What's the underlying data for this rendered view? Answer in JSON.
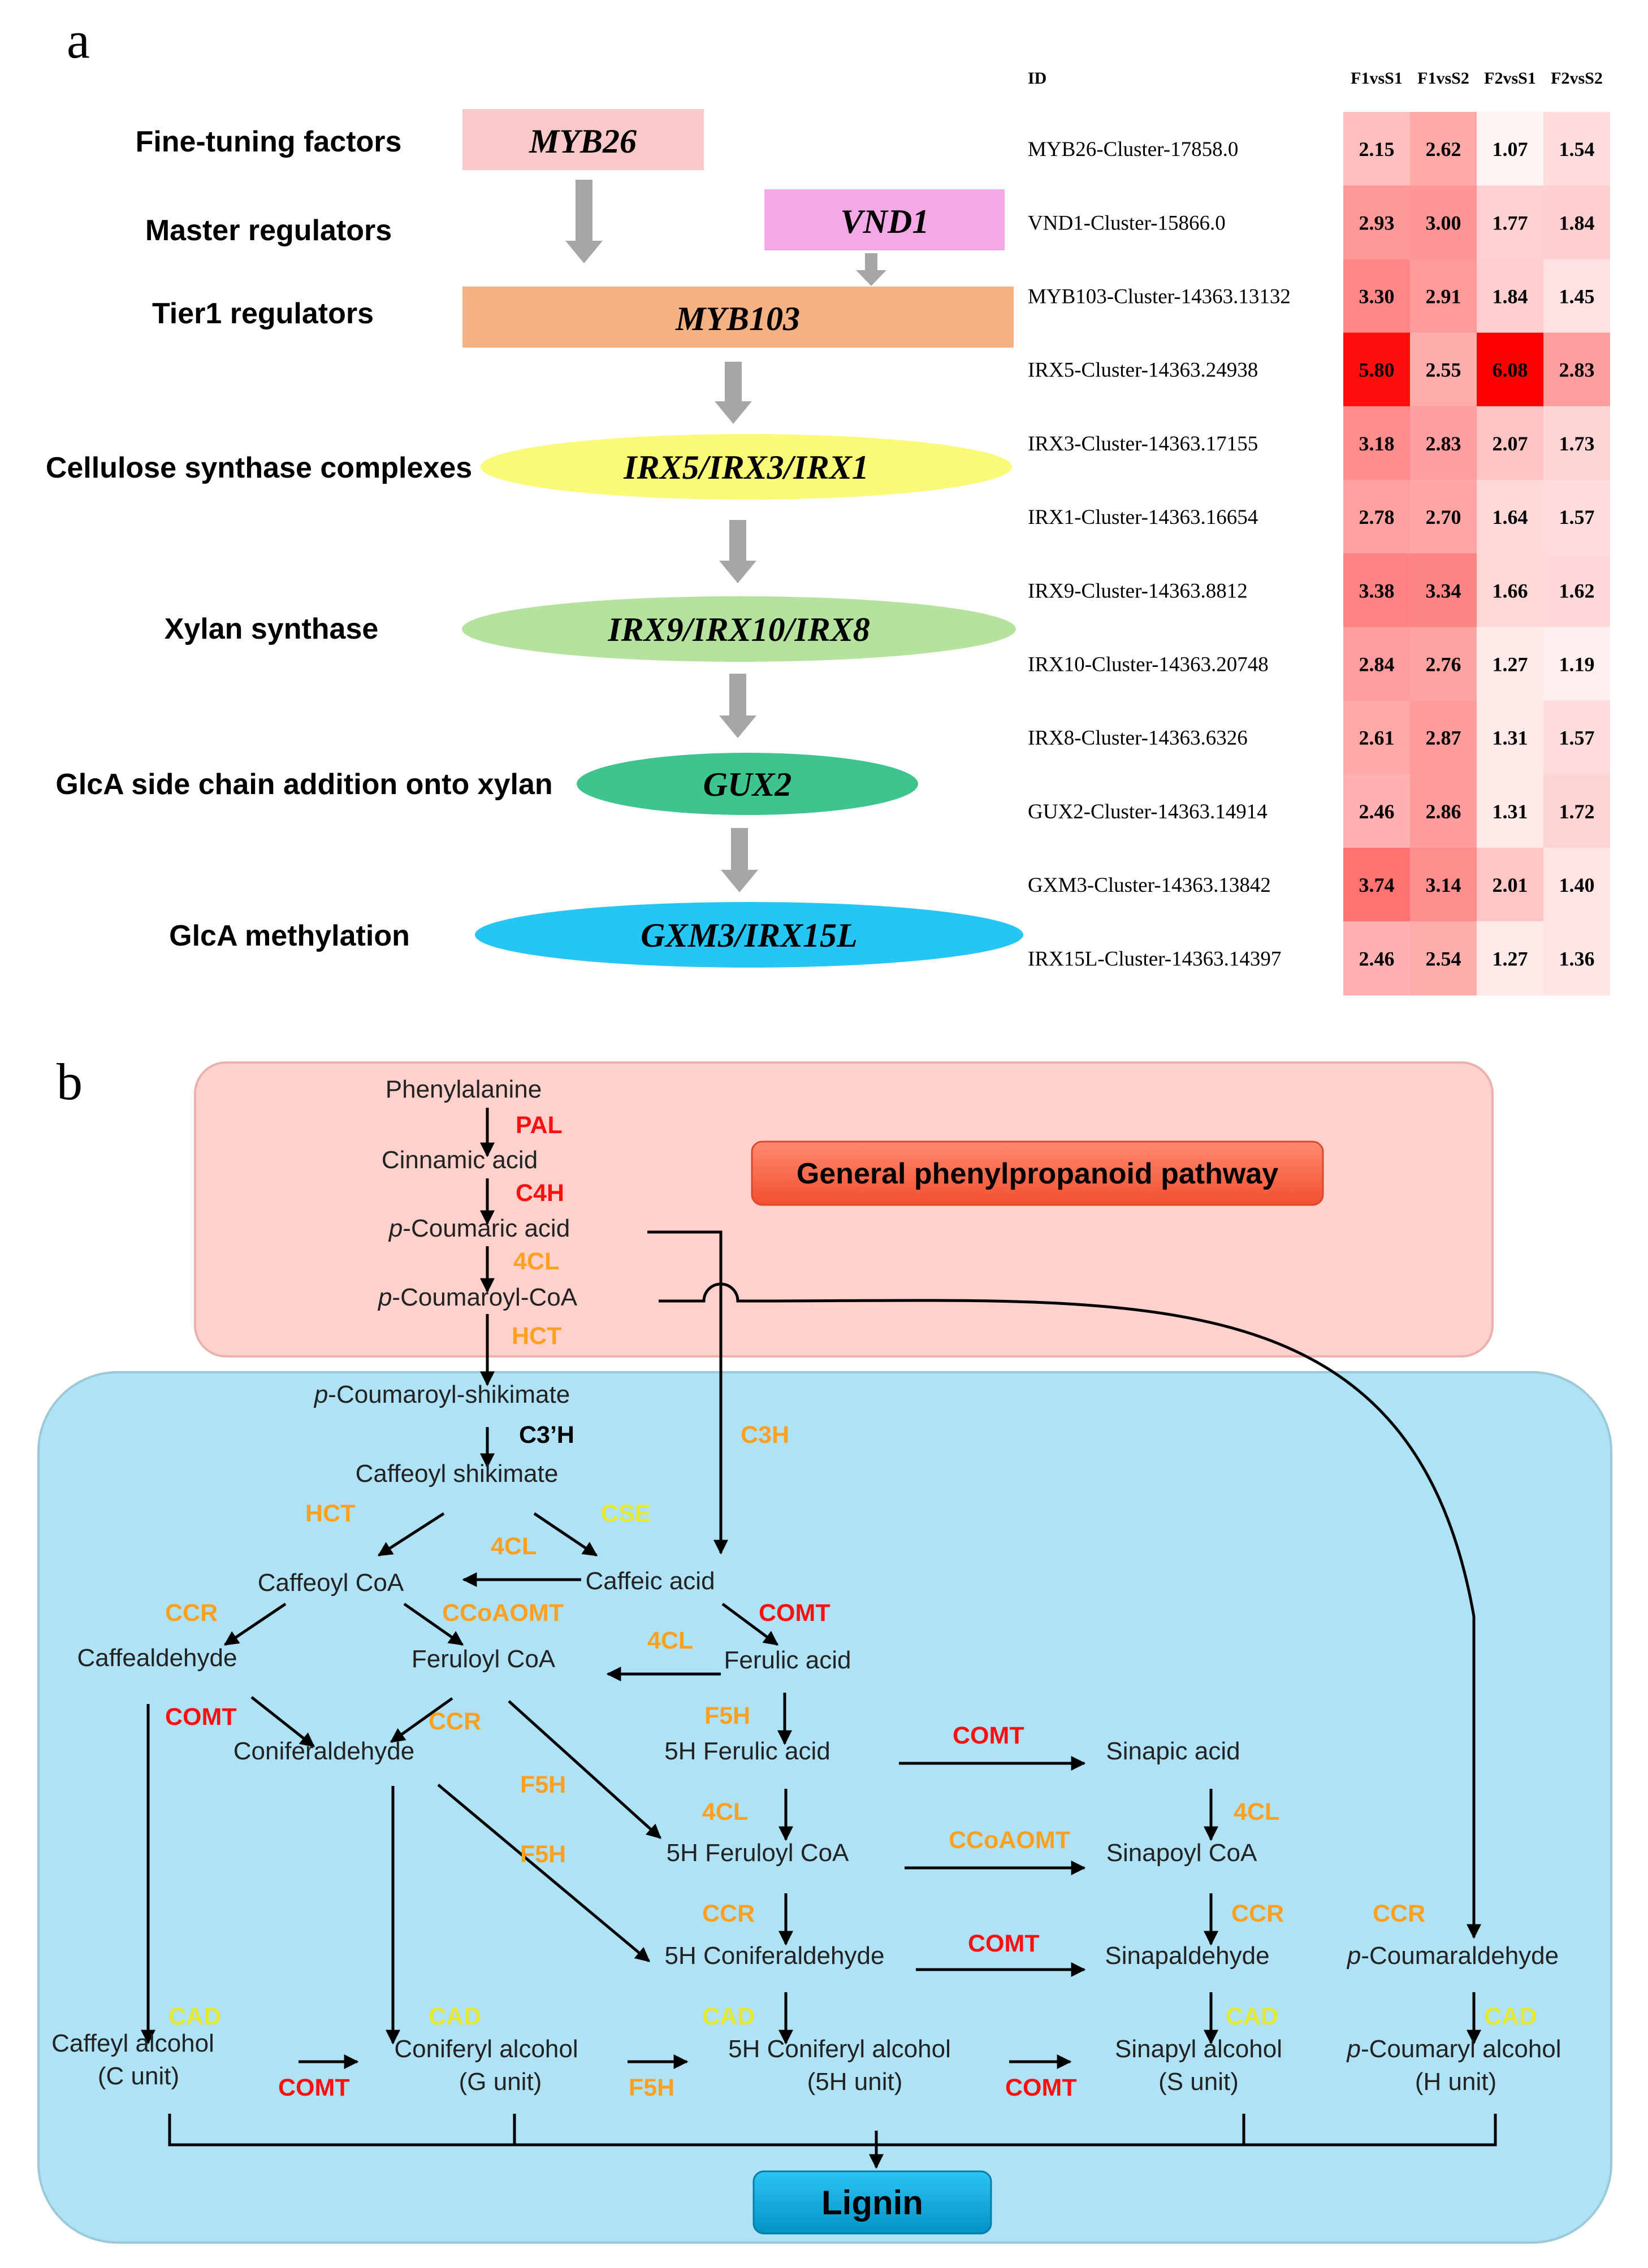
{
  "panel_letters": {
    "a": "a",
    "b": "b"
  },
  "panel_a": {
    "tier_labels": [
      "Fine-tuning factors",
      "Master regulators",
      "Tier1 regulators",
      "Cellulose synthase complexes",
      "Xylan synthase",
      "GlcA side chain addition onto xylan",
      "GlcA methylation"
    ],
    "genes": {
      "myb26": "MYB26",
      "vnd1": "VND1",
      "myb103": "MYB103",
      "irx5": "IRX5/IRX3/IRX1",
      "irx9": "IRX9/IRX10/IRX8",
      "gux2": "GUX2",
      "gxm3": "GXM3/IRX15L"
    },
    "colors": {
      "myb26": "#f9c8c8",
      "vnd1": "#f5a8e6",
      "myb103": "#f4b183",
      "irx5": "#fbfa78",
      "irx9": "#b5e39e",
      "gux2": "#3dc48f",
      "gxm3": "#25c6f3",
      "arrow": "#a6a6a6"
    }
  },
  "heatmap": {
    "id_header": "ID",
    "columns": [
      "F1vsS1",
      "F1vsS2",
      "F2vsS1",
      "F2vsS2"
    ],
    "rows": [
      {
        "id": "MYB26-Cluster-17858.0",
        "values": [
          "2.15",
          "2.62",
          "1.07",
          "1.54"
        ]
      },
      {
        "id": "VND1-Cluster-15866.0",
        "values": [
          "2.93",
          "3.00",
          "1.77",
          "1.84"
        ]
      },
      {
        "id": "MYB103-Cluster-14363.13132",
        "values": [
          "3.30",
          "2.91",
          "1.84",
          "1.45"
        ]
      },
      {
        "id": "IRX5-Cluster-14363.24938",
        "values": [
          "5.80",
          "2.55",
          "6.08",
          "2.83"
        ]
      },
      {
        "id": "IRX3-Cluster-14363.17155",
        "values": [
          "3.18",
          "2.83",
          "2.07",
          "1.73"
        ]
      },
      {
        "id": "IRX1-Cluster-14363.16654",
        "values": [
          "2.78",
          "2.70",
          "1.64",
          "1.57"
        ]
      },
      {
        "id": "IRX9-Cluster-14363.8812",
        "values": [
          "3.38",
          "3.34",
          "1.66",
          "1.62"
        ]
      },
      {
        "id": "IRX10-Cluster-14363.20748",
        "values": [
          "2.84",
          "2.76",
          "1.27",
          "1.19"
        ]
      },
      {
        "id": "IRX8-Cluster-14363.6326",
        "values": [
          "2.61",
          "2.87",
          "1.31",
          "1.57"
        ]
      },
      {
        "id": "GUX2-Cluster-14363.14914",
        "values": [
          "2.46",
          "2.86",
          "1.31",
          "1.72"
        ]
      },
      {
        "id": "GXM3-Cluster-14363.13842",
        "values": [
          "3.74",
          "3.14",
          "2.01",
          "1.40"
        ]
      },
      {
        "id": "IRX15L-Cluster-14363.14397",
        "values": [
          "2.46",
          "2.54",
          "1.27",
          "1.36"
        ]
      }
    ],
    "colors": {
      "low": "#fff4f4",
      "high": "#ff0000",
      "bg": "#fce4e4"
    }
  },
  "panel_b": {
    "general_box_title": "General phenylpropanoid pathway",
    "lignin": "Lignin",
    "metabolites": {
      "phenylalanine": "Phenylalanine",
      "cinnamic_acid": "Cinnamic acid",
      "pcoumaric_prefix": "p",
      "pcoumaric_acid": "-Coumaric acid",
      "pcoumaroylcoa_prefix": "p",
      "pcoumaroyl_coa": "-Coumaroyl-CoA",
      "pcoumaroylshik_prefix": "p",
      "pcoumaroyl_shikimate": "-Coumaroyl-shikimate",
      "caffeoyl_shikimate": "Caffeoyl shikimate",
      "caffeoyl_coa": "Caffeoyl CoA",
      "caffeic_acid": "Caffeic acid",
      "caffealdehyde": "Caffealdehyde",
      "feruloyl_coa": "Feruloyl CoA",
      "ferulic_acid": "Ferulic acid",
      "coniferaldehyde": "Coniferaldehyde",
      "ferulic_5h": "5H Ferulic acid",
      "sinapic_acid": "Sinapic acid",
      "feruloylcoa_5h": "5H Feruloyl CoA",
      "sinapoyl_coa": "Sinapoyl CoA",
      "coniferaldehyde_5h": "5H Coniferaldehyde",
      "sinapaldehyde": "Sinapaldehyde",
      "pcoumaraldehyde_prefix": "p",
      "pcoumaraldehyde": "-Coumaraldehyde",
      "caffeyl_alcohol": "Caffeyl alcohol",
      "c_unit": "(C unit)",
      "coniferyl_alcohol": "Coniferyl alcohol",
      "g_unit": "(G unit)",
      "coniferyl_5h": "5H Coniferyl alcohol",
      "unit_5h": "(5H unit)",
      "sinapyl_alcohol": "Sinapyl alcohol",
      "s_unit": "(S unit)",
      "pcoumaryl_prefix": "p",
      "pcoumaryl_alcohol": "-Coumaryl alcohol",
      "h_unit": "(H unit)"
    },
    "enzymes": {
      "pal": "PAL",
      "c4h": "C4H",
      "cl4_1": "4CL",
      "hct_1": "HCT",
      "c3h": "C3H",
      "c3ph": "C3’H",
      "hct_2": "HCT",
      "cse": "CSE",
      "cl4_2": "4CL",
      "ccr_1": "CCR",
      "ccoaomt_1": "CCoAOMT",
      "comt_1": "COMT",
      "cl4_3": "4CL",
      "comt_2": "COMT",
      "ccr_2": "CCR",
      "f5h_1": "F5H",
      "comt_3": "COMT",
      "f5h_2": "F5H",
      "cl4_4": "4CL",
      "cl4_5": "4CL",
      "f5h_3": "F5H",
      "ccoaomt_2": "CCoAOMT",
      "ccr_3": "CCR",
      "comt_4": "COMT",
      "ccr_4": "CCR",
      "ccr_5": "CCR",
      "cad_1": "CAD",
      "cad_2": "CAD",
      "cad_3": "CAD",
      "cad_4": "CAD",
      "cad_5": "CAD",
      "comt_5": "COMT",
      "f5h_4": "F5H",
      "comt_6": "COMT"
    },
    "colors": {
      "enzyme_red": "#ff1010",
      "enzyme_orange": "#ffa020",
      "enzyme_yellow": "#e6e92e",
      "enzyme_black": "#000000",
      "general_box": "#ffd1cc",
      "lower_box": "#aee2f4",
      "title_button": "#ff6a4d",
      "lignin_button": "#0ea8db"
    }
  }
}
